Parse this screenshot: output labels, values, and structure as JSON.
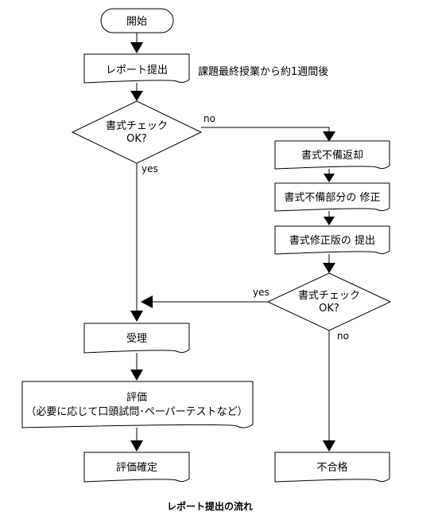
{
  "diagram": {
    "caption": "レポート提出の流れ",
    "nodes": {
      "start": "開始",
      "submit": "レポート提出",
      "submit_note": "課題最終授業から約1週間後",
      "check1_line1": "書式チェック",
      "check1_line2": "OK?",
      "return": "書式不備返却",
      "fix": "書式不備部分の 修正",
      "resubmit": "書式修正版の 提出",
      "check2_line1": "書式チェック",
      "check2_line2": "OK?",
      "accept": "受理",
      "evaluate_line1": "評価",
      "evaluate_line2": "（必要に応じて口頭試問･ペーパーテストなど）",
      "confirm": "評価確定",
      "fail": "不合格"
    },
    "edges": {
      "check1_no": "no",
      "check1_yes": "yes",
      "check2_yes": "yes",
      "check2_no": "no"
    }
  }
}
